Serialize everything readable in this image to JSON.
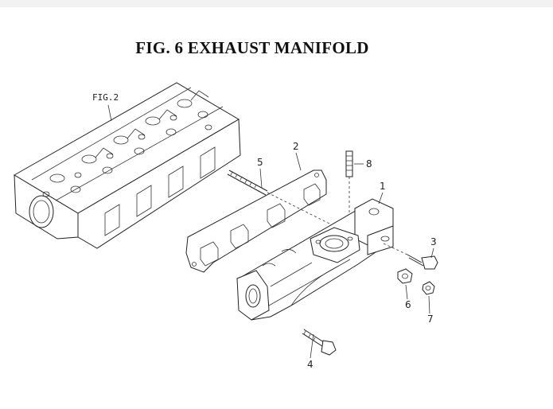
{
  "title": "FIG. 6  EXHAUST MANIFOLD",
  "reference": "FIG.2",
  "callouts": [
    "1",
    "2",
    "3",
    "4",
    "5",
    "6",
    "7",
    "8"
  ]
}
